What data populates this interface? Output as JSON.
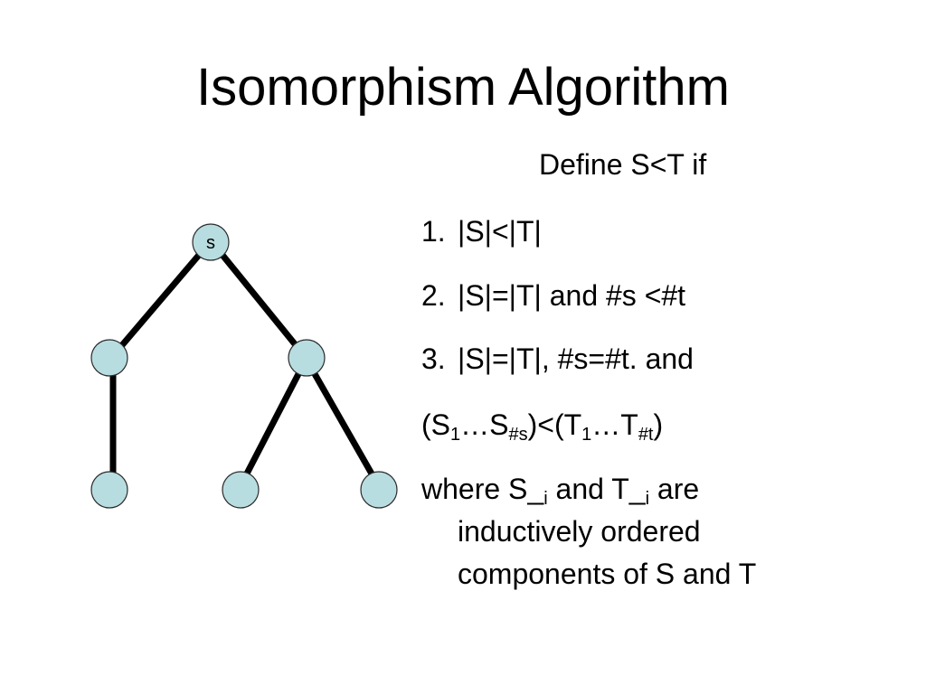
{
  "slide": {
    "title": "Isomorphism Algorithm",
    "define": "Define S<T if",
    "conditions": [
      {
        "num": "1.",
        "text": "|S|<|T|"
      },
      {
        "num": "2.",
        "text": "|S|=|T| and #s <#t"
      },
      {
        "num": "3.",
        "text": "|S|=|T|, #s=#t. and"
      }
    ],
    "tuple": {
      "open": "(S",
      "s_sub1": "1",
      "s_dots": "…S",
      "s_sub2": "#s",
      "mid": ")<(T",
      "t_sub1": "1",
      "t_dots": "…T",
      "t_sub2": "#t",
      "close": ")"
    },
    "where": {
      "pre": "where S_",
      "sub_i1": "i",
      "mid": " and T_",
      "sub_i2": "i",
      "post": " are",
      "line2": "inductively ordered",
      "line3": "components of S and T"
    }
  },
  "tree": {
    "root_label": "s",
    "node_color": "#b8dde0",
    "edge_color": "#000000"
  }
}
